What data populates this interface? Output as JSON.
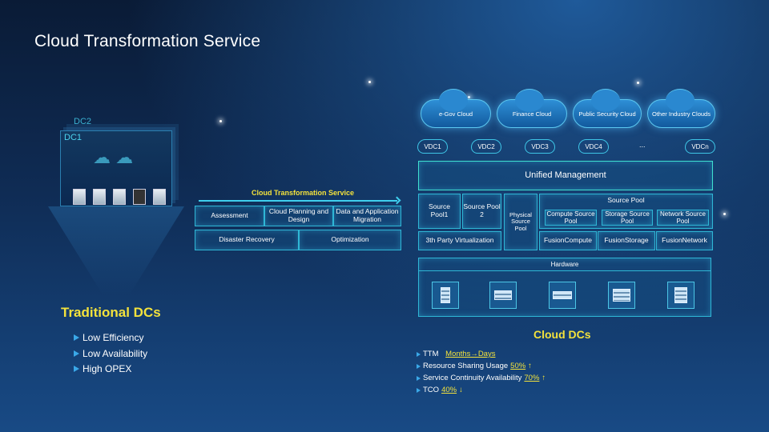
{
  "title": "Cloud Transformation Service",
  "traditional": {
    "dc_labels": [
      "DC1",
      "DC2"
    ],
    "heading": "Traditional DCs",
    "bullets": [
      "Low Efficiency",
      "Low Availability",
      "High OPEX"
    ]
  },
  "service": {
    "label": "Cloud Transformation Service",
    "row1": [
      "Assessment",
      "Cloud Planning and Design",
      "Data and Application Migration"
    ],
    "row2": [
      "Disaster Recovery",
      "Optimization"
    ]
  },
  "clouds": [
    "e-Gov Cloud",
    "Finance Cloud",
    "Public Security Cloud",
    "Other Industry Clouds"
  ],
  "vdcs": [
    "VDC1",
    "VDC2",
    "VDC3",
    "VDC4",
    "...",
    "VDCn"
  ],
  "unified": "Unified Management",
  "pools": {
    "pool1": "Source Pool1",
    "pool2": "Source Pool 2",
    "third_party": "3th Party Virtualization",
    "physical": "Physical Source Pool",
    "source_pool": "Source Pool",
    "sub": [
      "Compute Source Pool",
      "Storage Source Pool",
      "Network Source Pool"
    ],
    "fusion": [
      "FusionCompute",
      "FusionStorage",
      "FusionNetwork"
    ]
  },
  "hardware": "Hardware",
  "cloud_dcs": {
    "heading": "Cloud DCs",
    "items": [
      {
        "label": "TTM",
        "value": "Months→Days",
        "arrow": ""
      },
      {
        "label": "Resource Sharing Usage",
        "value": "50%",
        "arrow": "↑"
      },
      {
        "label": "Service Continuity Availability",
        "value": "70%",
        "arrow": "↑"
      },
      {
        "label": "TCO",
        "value": "40%",
        "arrow": "↓"
      }
    ]
  }
}
